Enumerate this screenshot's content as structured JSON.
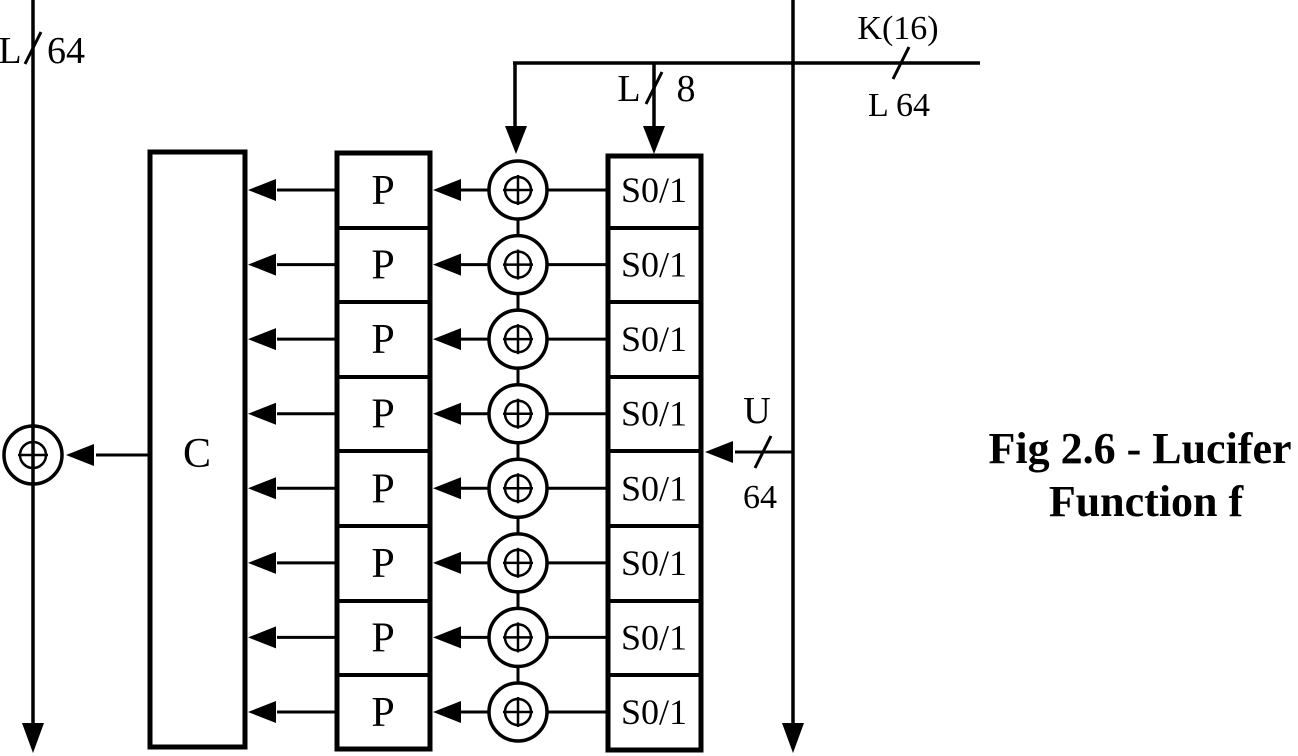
{
  "colors": {
    "ink": "#000000",
    "background": "#ffffff"
  },
  "buses": {
    "left": {
      "name": "L",
      "slash": "/",
      "width": "64"
    },
    "top": {
      "name": "L",
      "slash": "/",
      "width": "8"
    },
    "key": {
      "label": "K(16)",
      "slash": "/",
      "sub": "L 64"
    },
    "u": {
      "name": "U",
      "slash": "/",
      "width": "64"
    }
  },
  "c_box": {
    "label": "C"
  },
  "icons": {
    "xor": "circled-plus"
  },
  "rows": [
    {
      "p": "P",
      "s": "S0/1"
    },
    {
      "p": "P",
      "s": "S0/1"
    },
    {
      "p": "P",
      "s": "S0/1"
    },
    {
      "p": "P",
      "s": "S0/1"
    },
    {
      "p": "P",
      "s": "S0/1"
    },
    {
      "p": "P",
      "s": "S0/1"
    },
    {
      "p": "P",
      "s": "S0/1"
    },
    {
      "p": "P",
      "s": "S0/1"
    }
  ],
  "caption": {
    "line1": "Fig 2.6 - Lucifer",
    "line2": "Function f"
  }
}
